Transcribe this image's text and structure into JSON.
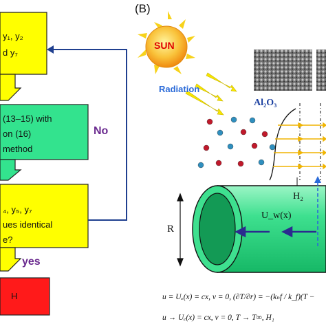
{
  "panel_label": "(B)",
  "colors": {
    "flow_yellow": "#ffff00",
    "flow_green": "#33e38e",
    "flow_red": "#ff1a1a",
    "arrow_yellow": "#f7e600",
    "loop_blue": "#1f3f8f",
    "label_purple": "#6a2a8f",
    "radiation_blue": "#2a6ad8",
    "cylinder_green": "#26d980",
    "sun_orange": "#f7a21b",
    "sun_text": "#e00000"
  },
  "flowchart": {
    "box1_lines": [
      "y₁, y₂",
      "d y₇"
    ],
    "box2_lines": [
      "(13–15) with",
      "on (16)",
      "method"
    ],
    "box3_lines": [
      "₄, y₅, y₇",
      "ues identical",
      "e?"
    ],
    "box4_text": "H",
    "no_label": "No",
    "yes_label": "yes"
  },
  "illustration": {
    "sun_label": "SUN",
    "radiation_label": "Radiation",
    "nanoparticle_label": "Al₂O₃",
    "h_label": "H₂",
    "velocity_label": "U_w(x)",
    "radius_label": "R"
  },
  "equations": {
    "bc1": "u = Uₑ(x) = cx,   v = 0,  (∂T/∂r) = −(kₙf / k_f)(T −",
    "bc2": "u → Uₑ(x) = cx,   v = 0,  T → T∞,   H₁"
  }
}
